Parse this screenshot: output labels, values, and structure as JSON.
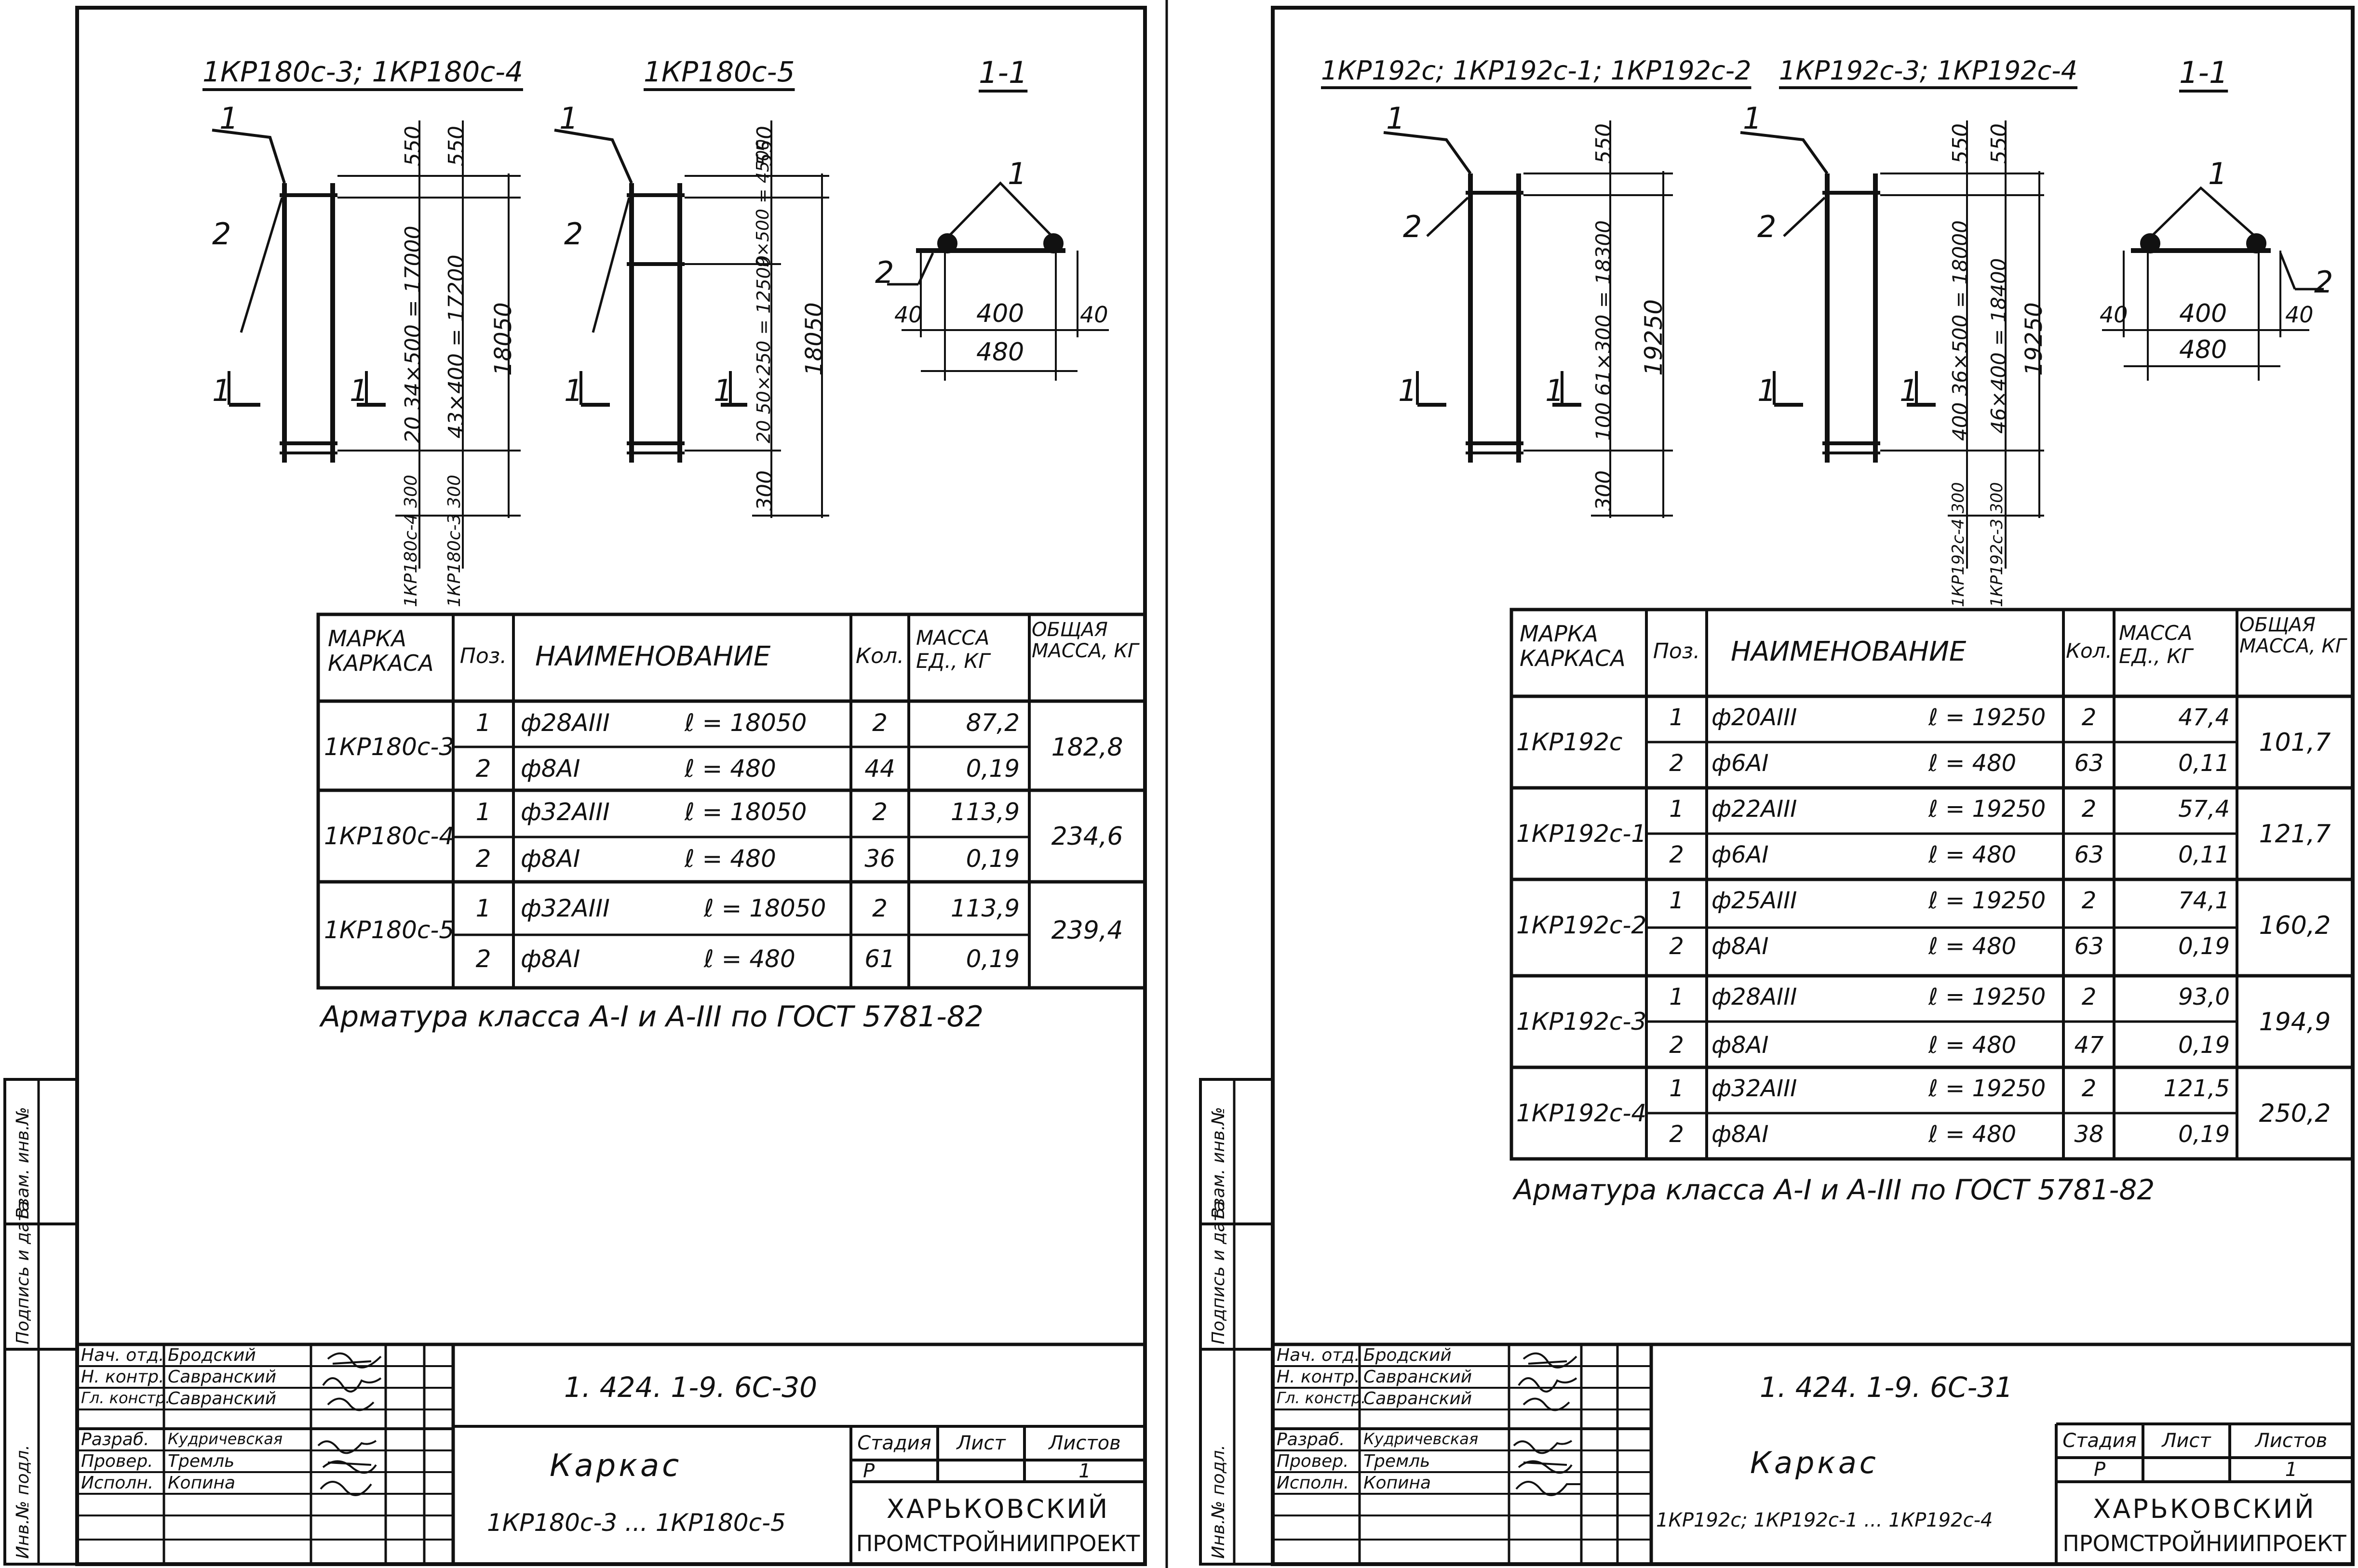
{
  "sheets": [
    {
      "views": {
        "view_a": "1КР180с-3; 1КР180с-4",
        "view_b": "1КР180с-5",
        "section": "1-1"
      },
      "callouts": {
        "p1": "1",
        "p2": "2",
        "sec": "1"
      },
      "dims_a": {
        "top": "550",
        "main": "20 34×500 = 17000",
        "top2": "550",
        "main2": "43×400 = 17200",
        "total": "18050",
        "bot": "300",
        "low1": "1КР180с-4 300",
        "low2": "1КР180с-3 300"
      },
      "dims_b": {
        "top": "550",
        "upper": "9×500 = 4500",
        "main": "20 50×250 = 12500",
        "total": "18050",
        "bot": "300"
      },
      "section": {
        "w": "400",
        "left": "40",
        "right": "40",
        "total": "480"
      },
      "table": {
        "headers": [
          "МАРКА КАРКАСА",
          "Поз.",
          "НАИМЕНОВАНИЕ",
          "Кол.",
          "МАССА ЕД., КГ",
          "ОБЩАЯ МАССА, КГ"
        ],
        "groups": [
          {
            "mark": "1КР180с-3",
            "total": "182,8",
            "rows": [
              {
                "pos": "1",
                "name": "ф28АIII",
                "len": "ℓ = 18050",
                "qty": "2",
                "mass": "87,2"
              },
              {
                "pos": "2",
                "name": "ф8АI",
                "len": "ℓ = 480",
                "qty": "44",
                "mass": "0,19"
              }
            ]
          },
          {
            "mark": "1КР180с-4",
            "total": "234,6",
            "rows": [
              {
                "pos": "1",
                "name": "ф32АIII",
                "len": "ℓ = 18050",
                "qty": "2",
                "mass": "113,9"
              },
              {
                "pos": "2",
                "name": "ф8АI",
                "len": "ℓ = 480",
                "qty": "36",
                "mass": "0,19"
              }
            ]
          },
          {
            "mark": "1КР180с-5",
            "total": "239,4",
            "rows": [
              {
                "pos": "1",
                "name": "ф32АIII",
                "len": "ℓ = 18050",
                "qty": "2",
                "mass": "113,9"
              },
              {
                "pos": "2",
                "name": "ф8АI",
                "len": "ℓ = 480",
                "qty": "61",
                "mass": "0,19"
              }
            ]
          }
        ]
      },
      "note": "Арматура класса А-I и А-III по ГОСТ 5781-82",
      "side": [
        "Инв.№ подл.",
        "Подпись и дата",
        "Взам. инв.№"
      ],
      "stamp": {
        "roles": [
          "Нач. отд.",
          "Н. контр.",
          "Гл. констр.",
          "Разраб.",
          "Провер.",
          "Исполн."
        ],
        "names": [
          "Бродский",
          "Савранский",
          "Савранский",
          "Кудричевская",
          "Тремль",
          "Копина"
        ],
        "code": "1. 424. 1-9. 6С-30",
        "title": "Каркас",
        "subtitle": "1КР180с-3 ... 1КР180с-5",
        "stage_h": "Стадия",
        "sheet_h": "Лист",
        "sheets_h": "Листов",
        "stage": "Р",
        "sheet": "",
        "sheets": "1",
        "org1": "ХАРЬКОВСКИЙ",
        "org2": "ПРОМСТРОЙНИИПРОЕКТ"
      }
    },
    {
      "views": {
        "view_a": "1КР192с; 1КР192с-1; 1КР192с-2",
        "view_b": "1КР192с-3; 1КР192с-4",
        "section": "1-1"
      },
      "callouts": {
        "p1": "1",
        "p2": "2",
        "sec": "1"
      },
      "dims_a": {
        "top": "550",
        "main": "100 61×300 = 18300",
        "total": "19250",
        "bot": "300"
      },
      "dims_b": {
        "top": "550",
        "main": "400 36×500 = 18000",
        "top2": "550",
        "main2": "46×400 = 18400",
        "total": "19250",
        "low1": "1КР192с-4 300",
        "low2": "1КР192с-3 300"
      },
      "section": {
        "w": "400",
        "left": "40",
        "right": "40",
        "total": "480"
      },
      "table": {
        "headers": [
          "МАРКА КАРКАСА",
          "Поз.",
          "НАИМЕНОВАНИЕ",
          "Кол.",
          "МАССА ЕД., КГ",
          "ОБЩАЯ МАССА, КГ"
        ],
        "groups": [
          {
            "mark": "1КР192с",
            "total": "101,7",
            "rows": [
              {
                "pos": "1",
                "name": "ф20АIII",
                "len": "ℓ = 19250",
                "qty": "2",
                "mass": "47,4"
              },
              {
                "pos": "2",
                "name": "ф6АI",
                "len": "ℓ = 480",
                "qty": "63",
                "mass": "0,11"
              }
            ]
          },
          {
            "mark": "1КР192с-1",
            "total": "121,7",
            "rows": [
              {
                "pos": "1",
                "name": "ф22АIII",
                "len": "ℓ = 19250",
                "qty": "2",
                "mass": "57,4"
              },
              {
                "pos": "2",
                "name": "ф6АI",
                "len": "ℓ = 480",
                "qty": "63",
                "mass": "0,11"
              }
            ]
          },
          {
            "mark": "1КР192с-2",
            "total": "160,2",
            "rows": [
              {
                "pos": "1",
                "name": "ф25АIII",
                "len": "ℓ = 19250",
                "qty": "2",
                "mass": "74,1"
              },
              {
                "pos": "2",
                "name": "ф8АI",
                "len": "ℓ = 480",
                "qty": "63",
                "mass": "0,19"
              }
            ]
          },
          {
            "mark": "1КР192с-3",
            "total": "194,9",
            "rows": [
              {
                "pos": "1",
                "name": "ф28АIII",
                "len": "ℓ = 19250",
                "qty": "2",
                "mass": "93,0"
              },
              {
                "pos": "2",
                "name": "ф8АI",
                "len": "ℓ = 480",
                "qty": "47",
                "mass": "0,19"
              }
            ]
          },
          {
            "mark": "1КР192с-4",
            "total": "250,2",
            "rows": [
              {
                "pos": "1",
                "name": "ф32АIII",
                "len": "ℓ = 19250",
                "qty": "2",
                "mass": "121,5"
              },
              {
                "pos": "2",
                "name": "ф8АI",
                "len": "ℓ = 480",
                "qty": "38",
                "mass": "0,19"
              }
            ]
          }
        ]
      },
      "note": "Арматура класса А-I и А-III по ГОСТ 5781-82",
      "side": [
        "Инв.№ подл.",
        "Подпись и дата",
        "Взам. инв.№"
      ],
      "stamp": {
        "roles": [
          "Нач. отд.",
          "Н. контр.",
          "Гл. констр.",
          "Разраб.",
          "Провер.",
          "Исполн."
        ],
        "names": [
          "Бродский",
          "Савранский",
          "Савранский",
          "Кудричевская",
          "Тремль",
          "Копина"
        ],
        "code": "1. 424. 1-9. 6С-31",
        "title": "Каркас",
        "subtitle": "1КР192с; 1КР192с-1 ... 1КР192с-4",
        "stage_h": "Стадия",
        "sheet_h": "Лист",
        "sheets_h": "Листов",
        "stage": "Р",
        "sheet": "",
        "sheets": "1",
        "org1": "ХАРЬКОВСКИЙ",
        "org2": "ПРОМСТРОЙНИИПРОЕКТ"
      }
    }
  ]
}
